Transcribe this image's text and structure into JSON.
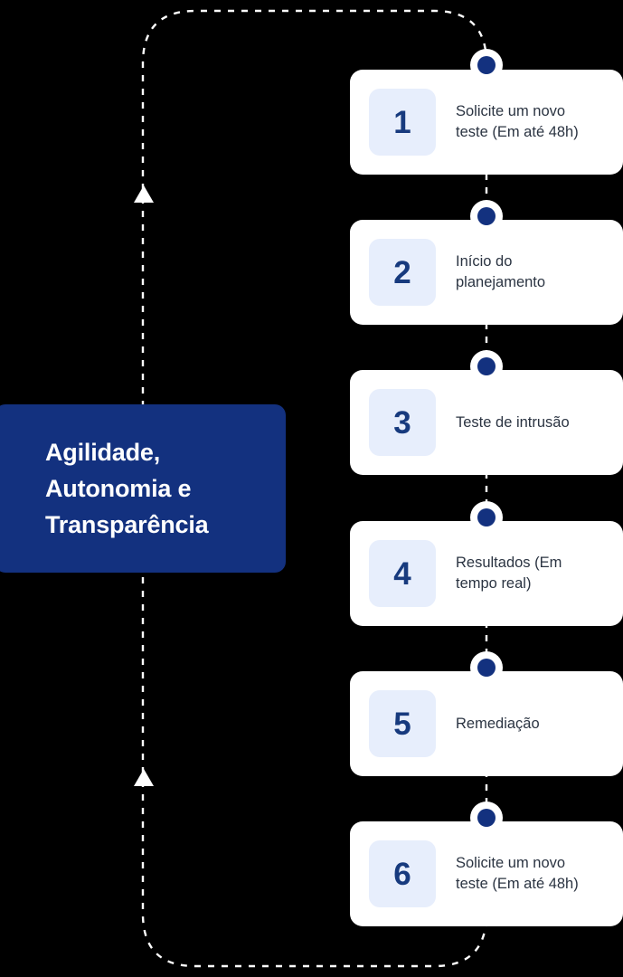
{
  "theme": {
    "background": "#000000",
    "accent_blue": "#13317f",
    "badge_bg": "#e7eefc",
    "badge_number_color": "#173a7e",
    "card_bg": "#ffffff",
    "card_text_color": "#2b3442",
    "dashed_line_color": "#ffffff"
  },
  "highlight": {
    "text": "Agilidade,\nAutonomia e\nTransparência"
  },
  "flow": {
    "arrows": [
      {
        "name": "rail-arrow-top",
        "direction": "up"
      },
      {
        "name": "rail-arrow-bottom",
        "direction": "up"
      }
    ],
    "steps": [
      {
        "number": "1",
        "label": "Solicite um novo teste (Em até 48h)"
      },
      {
        "number": "2",
        "label": "Início do planejamento"
      },
      {
        "number": "3",
        "label": "Teste de intrusão"
      },
      {
        "number": "4",
        "label": "Resultados (Em tempo real)"
      },
      {
        "number": "5",
        "label": "Remediação"
      },
      {
        "number": "6",
        "label": "Solicite um novo teste (Em até 48h)"
      }
    ]
  }
}
